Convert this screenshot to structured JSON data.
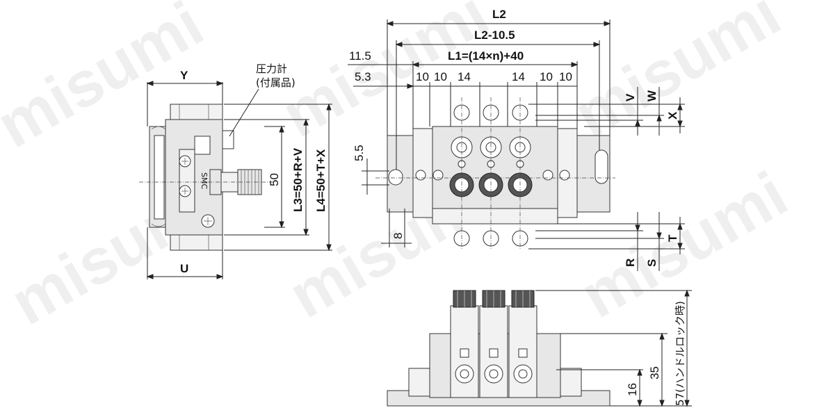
{
  "watermark": "misumi",
  "labels": {
    "gauge_note_1": "圧力計",
    "gauge_note_2": "(付属品)",
    "Y": "Y",
    "U": "U",
    "dim_50": "50",
    "L3": "L3=50+R+V",
    "L4": "L4=50+T+X",
    "L2": "L2",
    "L2_minus": "L2-10.5",
    "L1": "L1=(14×n)+40",
    "d11_5": "11.5",
    "d5_3": "5.3",
    "d10a": "10",
    "d10b": "10",
    "d14a": "14",
    "d14b": "14",
    "d10c": "10",
    "d10d": "10",
    "d5_5": "5.5",
    "d8": "8",
    "V": "V",
    "W": "W",
    "X": "X",
    "R": "R",
    "S": "S",
    "T": "T",
    "d16": "16",
    "d35": "35",
    "d57": "57(ハンドルロック時)",
    "smc": "SMC"
  }
}
